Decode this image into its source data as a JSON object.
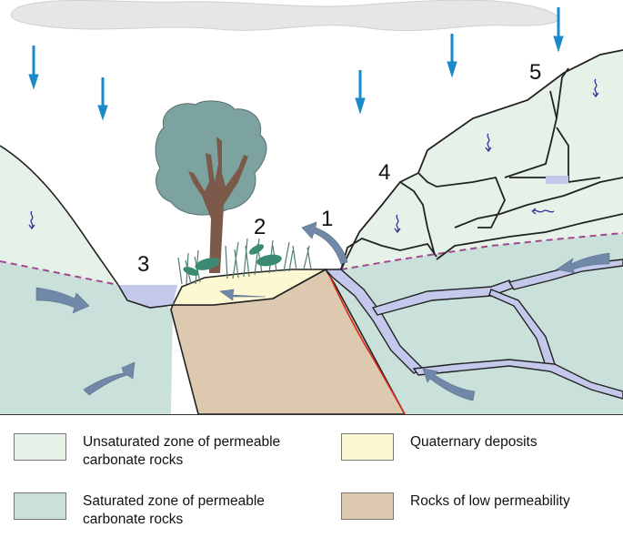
{
  "diagram": {
    "labels": {
      "l1": "1",
      "l2": "2",
      "l3": "3",
      "l4": "4",
      "l5": "5"
    }
  },
  "legend": {
    "unsaturated": {
      "label_line1": "Unsaturated zone of permeable",
      "label_line2": "carbonate rocks",
      "color": "#e6f2e8"
    },
    "quaternary": {
      "label": "Quaternary deposits",
      "color": "#fbf8d2"
    },
    "saturated": {
      "label_line1": "Saturated zone of permeable",
      "label_line2": "carbonate rocks",
      "color": "#c9e1da"
    },
    "low_perm": {
      "label": "Rocks of low permeability",
      "color": "#dcc9b0"
    }
  },
  "colors": {
    "rain": "#1b8ac8",
    "water": "#c4c9ec",
    "flow_arrow": "#7189a8",
    "water_table": "#a2478f",
    "fault": "#d9291a",
    "tree_crown": "#7ca3a0",
    "tree_trunk": "#7b5a4a"
  }
}
